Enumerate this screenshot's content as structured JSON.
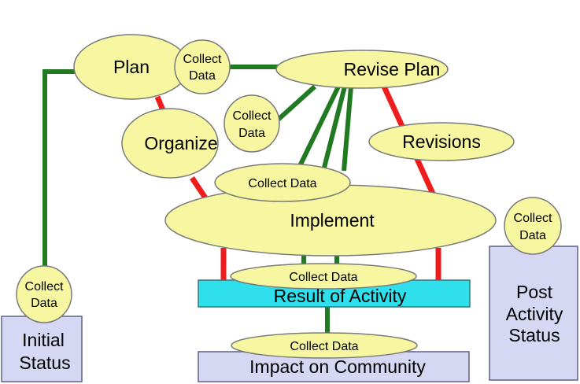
{
  "diagram": {
    "nodes": {
      "plan": "Plan",
      "revise_plan": "Revise Plan",
      "organize": "Organize",
      "revisions": "Revisions",
      "implement": "Implement",
      "result_of_activity": "Result of Activity",
      "impact_on_community": "Impact on Community",
      "initial_status_line1": "Initial",
      "initial_status_line2": "Status",
      "post_activity_line1": "Post",
      "post_activity_line2": "Activity",
      "post_activity_line3": "Status"
    },
    "collect_data": {
      "line1": "Collect",
      "line2": "Data",
      "wide": "Collect Data"
    }
  }
}
